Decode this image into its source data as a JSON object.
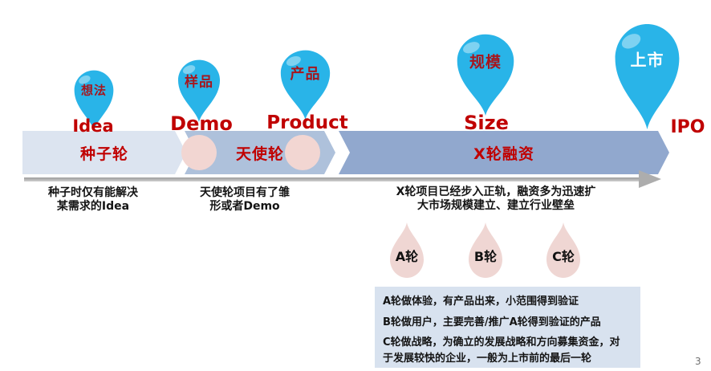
{
  "page_number": "3",
  "colors": {
    "balloon": "#29B4E8",
    "balloon-text": "#A6161D",
    "balloon-text-ipo": "#FFFFFF",
    "red-label": "#C00000",
    "band-seed": "#DCE4F0",
    "band-angel": "#AEC1DB",
    "band-x": "#91A8CE",
    "pink-circle": "#F2D6D2",
    "drop-pink": "#EFD6D3",
    "box-bg": "#D8E2EF",
    "arrow-gray": "#ADADAD",
    "text-dark": "#141414"
  },
  "balloons": [
    {
      "label": "想法",
      "english": "Idea"
    },
    {
      "label": "样品",
      "english": "Demo"
    },
    {
      "label": "产品",
      "english": "Product"
    },
    {
      "label": "规模",
      "english": "Size"
    },
    {
      "label": "上市",
      "english": "IPO"
    }
  ],
  "bands": [
    {
      "label": "种子轮",
      "description": [
        "种子时仅有能解决",
        "某需求的Idea"
      ]
    },
    {
      "label": "天使轮",
      "description": [
        "天使轮项目有了雏",
        "形或者Demo"
      ]
    },
    {
      "label": "X轮融资",
      "description": [
        "X轮项目已经步入正轨，融资多为迅速扩",
        "大市场规模建立、建立行业壁垒"
      ]
    }
  ],
  "rounds": [
    {
      "label": "A轮"
    },
    {
      "label": "B轮"
    },
    {
      "label": "C轮"
    }
  ],
  "notes_box": {
    "lines": [
      "A轮做体验，有产品出来，小范围得到验证",
      "B轮做用户，主要完善/推广A轮得到验证的产品",
      "C轮做战略，为确立的发展战略和方向募集资金，对",
      "于发展较快的企业，一般为上市前的最后一轮"
    ]
  }
}
